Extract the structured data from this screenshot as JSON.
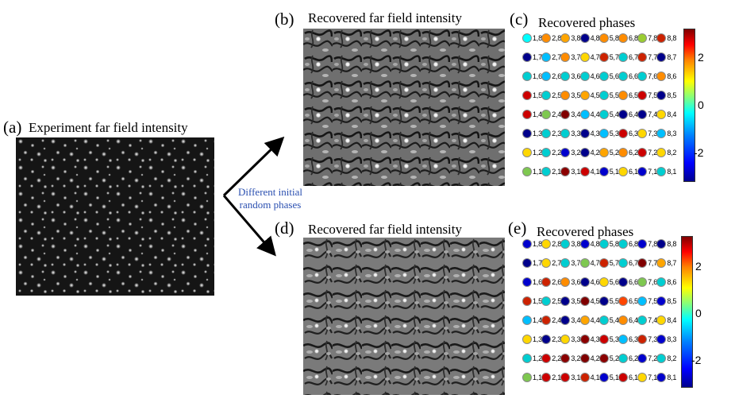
{
  "panel_a": {
    "tag": "(a)",
    "title": "Experiment far field intensity"
  },
  "panel_b": {
    "tag": "(b)",
    "title": "Recovered far field intensity"
  },
  "panel_c": {
    "tag": "(c)",
    "title": "Recovered phases"
  },
  "panel_d": {
    "tag": "(d)",
    "title": "Recovered far field intensity"
  },
  "panel_e": {
    "tag": "(e)",
    "title": "Recovered phases"
  },
  "arrow_note": {
    "line1": "Different initial",
    "line2": "random phases"
  },
  "colorbar": {
    "ticks": [
      "2",
      "0",
      "-2"
    ],
    "range": [
      -3.14,
      3.14
    ]
  },
  "phase_grid_c": {
    "rows": [
      [
        "#00ffff",
        "#ff8c00",
        "#ffa500",
        "#00008b",
        "#ff8c00",
        "#ff8c00",
        "#9acd32",
        "#cc2200"
      ],
      [
        "#00008b",
        "#00bfff",
        "#ff8c00",
        "#ffd700",
        "#cc2200",
        "#00ced1",
        "#cc2200",
        "#00008b"
      ],
      [
        "#00ced1",
        "#00bfff",
        "#00ced1",
        "#00ced1",
        "#00ced1",
        "#00ced1",
        "#00ced1",
        "#ff8c00"
      ],
      [
        "#cc0000",
        "#00ced1",
        "#ff8c00",
        "#ffa500",
        "#00ced1",
        "#ff8c00",
        "#cc0000",
        "#00008b"
      ],
      [
        "#cc0000",
        "#7ec850",
        "#800000",
        "#00bfff",
        "#00ced1",
        "#00008b",
        "#00008b",
        "#ffd700"
      ],
      [
        "#00008b",
        "#00ced1",
        "#00ced1",
        "#00008b",
        "#00bfff",
        "#cc0000",
        "#ffd700",
        "#00bfff"
      ],
      [
        "#ffd700",
        "#00ced1",
        "#0000cd",
        "#00008b",
        "#ffa500",
        "#ff8c00",
        "#cc0000",
        "#ffd700"
      ],
      [
        "#7ec850",
        "#00ced1",
        "#8b0000",
        "#cc0000",
        "#0000cd",
        "#ffd700",
        "#0000cd",
        "#00ced1"
      ]
    ]
  },
  "phase_grid_e": {
    "rows": [
      [
        "#0000cd",
        "#ffd700",
        "#00ced1",
        "#0000cd",
        "#00ced1",
        "#00ced1",
        "#0000cd",
        "#00008b"
      ],
      [
        "#00008b",
        "#ffd700",
        "#00ced1",
        "#7ec850",
        "#cc2200",
        "#00ced1",
        "#800000",
        "#ffa500"
      ],
      [
        "#0000cd",
        "#cc2200",
        "#ff8c00",
        "#00008b",
        "#ffd700",
        "#00008b",
        "#7ec850",
        "#00ced1"
      ],
      [
        "#cc2200",
        "#00ced1",
        "#00008b",
        "#800000",
        "#00008b",
        "#ff4500",
        "#00bfff",
        "#0000cd"
      ],
      [
        "#00bfff",
        "#cc2200",
        "#00008b",
        "#ffa500",
        "#00ced1",
        "#ff8c00",
        "#00ced1",
        "#ffd700"
      ],
      [
        "#ffd700",
        "#00008b",
        "#ffd700",
        "#8b0000",
        "#cc0000",
        "#00bfff",
        "#cc2200",
        "#0000cd"
      ],
      [
        "#00ced1",
        "#cc0000",
        "#8b0000",
        "#800000",
        "#8b0000",
        "#00ced1",
        "#0000cd",
        "#00ced1"
      ],
      [
        "#7ec850",
        "#cc0000",
        "#cc0000",
        "#cc2200",
        "#0000cd",
        "#cc0000",
        "#ffd700",
        "#0000cd"
      ]
    ]
  }
}
